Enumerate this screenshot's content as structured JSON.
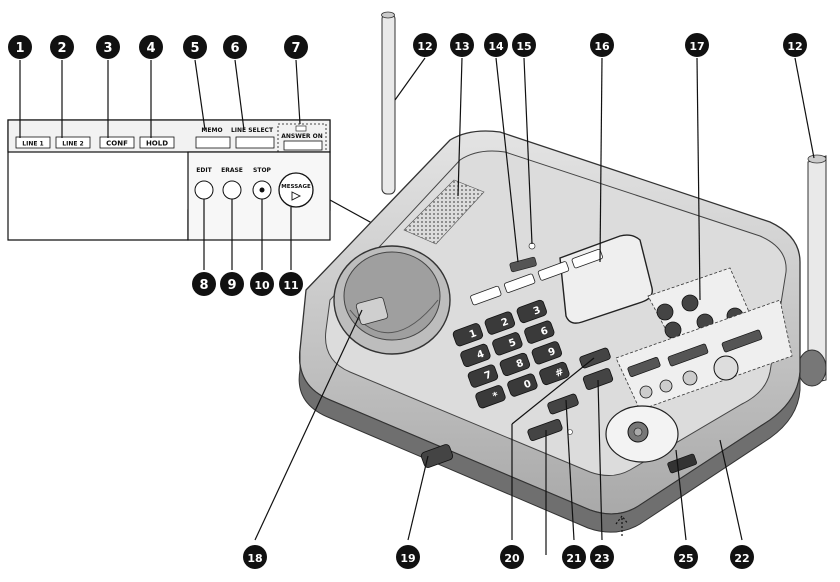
{
  "inset_panel": {
    "line1_label": "LINE 1",
    "line2_label": "LINE 2",
    "conf_label": "CONF",
    "hold_label": "HOLD",
    "memo_label": "MEMO",
    "line_select_label": "LINE SELECT",
    "answer_on_label": "ANSWER ON",
    "edit_label": "EDIT",
    "erase_label": "ERASE",
    "stop_label": "STOP",
    "message_label": "MESSAGE"
  },
  "callouts": [
    {
      "id": "c1",
      "number": "1"
    },
    {
      "id": "c2",
      "number": "2"
    },
    {
      "id": "c3",
      "number": "3"
    },
    {
      "id": "c4",
      "number": "4"
    },
    {
      "id": "c5",
      "number": "5"
    },
    {
      "id": "c6",
      "number": "6"
    },
    {
      "id": "c7",
      "number": "7"
    },
    {
      "id": "c8",
      "number": "8"
    },
    {
      "id": "c9",
      "number": "9"
    },
    {
      "id": "c10",
      "number": "10"
    },
    {
      "id": "c11",
      "number": "11"
    },
    {
      "id": "c12a",
      "number": "12"
    },
    {
      "id": "c12b",
      "number": "12"
    },
    {
      "id": "c13",
      "number": "13"
    },
    {
      "id": "c14",
      "number": "14"
    },
    {
      "id": "c15",
      "number": "15"
    },
    {
      "id": "c16",
      "number": "16"
    },
    {
      "id": "c17",
      "number": "17"
    },
    {
      "id": "c18",
      "number": "18"
    },
    {
      "id": "c19",
      "number": "19"
    },
    {
      "id": "c20",
      "number": "20"
    },
    {
      "id": "c21",
      "number": "21"
    },
    {
      "id": "c23",
      "number": "23"
    },
    {
      "id": "c25",
      "number": "25"
    },
    {
      "id": "c22",
      "number": "22"
    }
  ],
  "keypad": [
    "1",
    "2",
    "3",
    "4",
    "5",
    "6",
    "7",
    "8",
    "9",
    "*",
    "0",
    "#"
  ],
  "colors": {
    "ink": "#111111",
    "body": "#d9d9d9",
    "body_dark": "#8c8c8c",
    "panel": "#f2f2f2"
  }
}
